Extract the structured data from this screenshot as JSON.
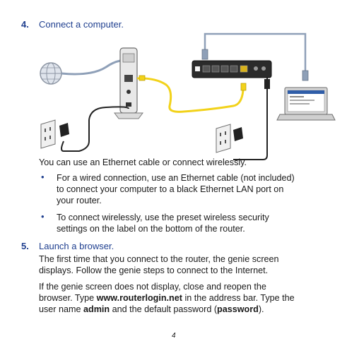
{
  "step4": {
    "number": "4.",
    "title": "Connect a computer."
  },
  "intro": "You can use an Ethernet cable or connect wirelessly.",
  "bullets": [
    {
      "mark": "•",
      "lines": [
        "For a wired connection, use an Ethernet cable (not included)",
        "to connect your computer to a black Ethernet LAN port on",
        "your router."
      ]
    },
    {
      "mark": "•",
      "lines": [
        "To connect wirelessly, use the preset wireless security",
        "settings on the label on the bottom of the router."
      ]
    }
  ],
  "step5": {
    "number": "5.",
    "title": "Launch a browser.",
    "para1": [
      "The first time that you connect to the router, the genie screen",
      "displays. Follow the genie steps to connect to the Internet."
    ],
    "para2": {
      "line1": "If the genie screen does not display, close and reopen the",
      "line2_a": "browser. Type ",
      "url": "www.routerlogin.net",
      "line2_b": " in the address bar. Type the",
      "line3_a": "user name ",
      "username": "admin",
      "line3_b": " and the default password (",
      "password": "password",
      "line3_c": ")."
    }
  },
  "page_number": "4",
  "colors": {
    "accent": "#1f3f8f",
    "ethernet_cable": "#f2d21a",
    "blue_cable": "#8fa0b8",
    "power_cable": "#222222"
  }
}
